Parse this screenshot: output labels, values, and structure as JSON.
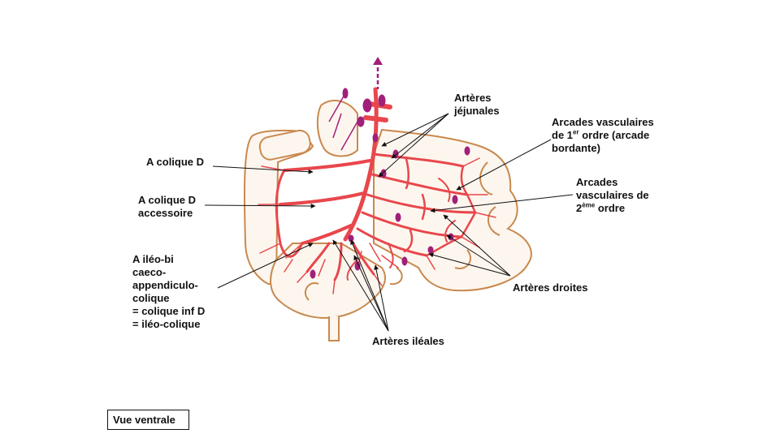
{
  "labels": {
    "arteres_jejunales": [
      "Artères",
      "jéjunales"
    ],
    "arcades_1er_ordre": {
      "line1": "Arcades vasculaires",
      "line2_pre": "de 1",
      "line2_sup": "er",
      "line2_post": " ordre (arcade",
      "line3": "bordante)"
    },
    "colique_d": "A colique D",
    "colique_d_accessoire": [
      "A colique D",
      "accessoire"
    ],
    "arcades_2eme_ordre": {
      "line1": "Arcades",
      "line2": "vasculaires de",
      "line3_pre": "2",
      "line3_sup": "ème",
      "line3_post": " ordre"
    },
    "ileo_bi_caeco": [
      "A iléo-bi",
      "caeco-",
      "appendiculo-",
      "colique",
      "= colique inf D",
      "= iléo-colique"
    ],
    "arteres_droites": "Artères droites",
    "arteres_ileales": "Artères iléales"
  },
  "view_label": "Vue ventrale",
  "colors": {
    "artery": "#e8474c",
    "vein": "#a0207a",
    "bowel_outline": "#c8894e",
    "bowel_fill": "#fdf6ee",
    "pointer": "#111111"
  }
}
